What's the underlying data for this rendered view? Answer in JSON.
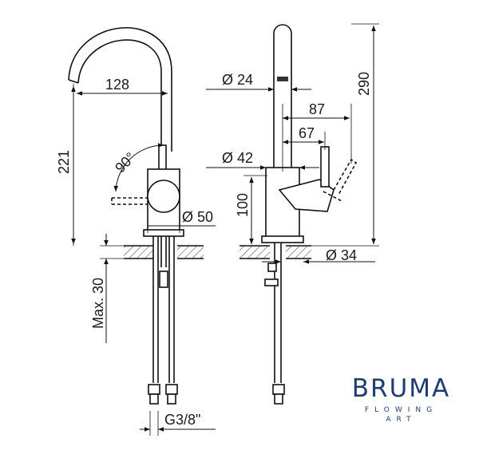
{
  "dimensions": {
    "spout_reach": "128",
    "rotation_angle": "90°",
    "body_height": "221",
    "handle_diameter": "Ø 50",
    "max_deck": "Max. 30",
    "thread": "G3/8\"",
    "spout_diameter": "Ø 24",
    "total_height": "290",
    "lever_reach_outer": "87",
    "lever_reach_inner": "67",
    "body_diameter": "Ø 42",
    "mixer_height": "100",
    "base_diameter": "Ø 34"
  },
  "brand": {
    "name": "BRUMA",
    "tagline_line1": "FLOWING",
    "tagline_line2": "ART",
    "color": "#1f3b73"
  }
}
